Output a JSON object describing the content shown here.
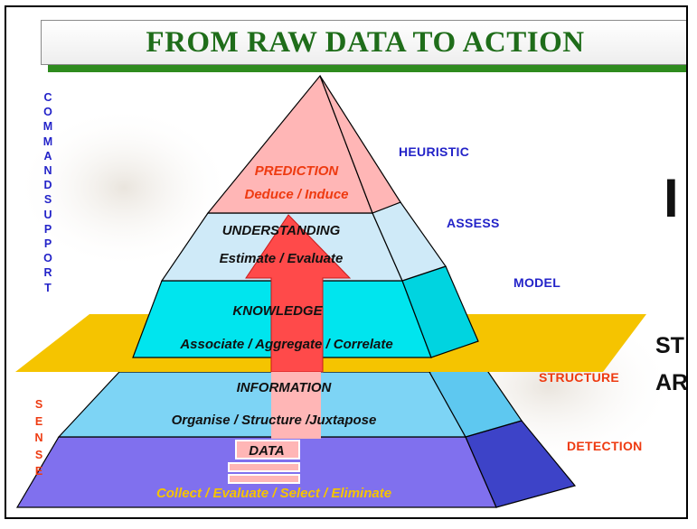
{
  "title": "FROM RAW DATA TO ACTION",
  "left_labels": {
    "command_support": "COMMANDSUPPORT",
    "sense": "SENSE"
  },
  "levels": [
    {
      "name": "PREDICTION",
      "action": "Deduce / Induce",
      "side": "HEURISTIC"
    },
    {
      "name": "UNDERSTANDING",
      "action": "Estimate / Evaluate",
      "side": "ASSESS"
    },
    {
      "name": "KNOWLEDGE",
      "action": "Associate / Aggregate / Correlate",
      "side": "MODEL"
    },
    {
      "name": "INFORMATION",
      "action": "Organise / Structure /Juxtapose",
      "side": "STRUCTURE"
    },
    {
      "name": "DATA",
      "action": "Collect / Evaluate / Select / Eliminate",
      "side": "DETECTION"
    }
  ],
  "right_fragments": {
    "bar": "I",
    "line1": "ST",
    "line2": "AR"
  },
  "colors": {
    "title_text": "#1f6d1a",
    "title_shadow": "#2e8b1e",
    "prediction": "#ffb6b6",
    "understanding": "#cfeaf8",
    "knowledge": "#00e5ee",
    "information": "#7dd4f5",
    "data": "#8070ee",
    "plane": "#f5c400",
    "arrow": "#ff4a4a",
    "blue_labels": "#2323c8",
    "orange_labels": "#ee3a10"
  }
}
